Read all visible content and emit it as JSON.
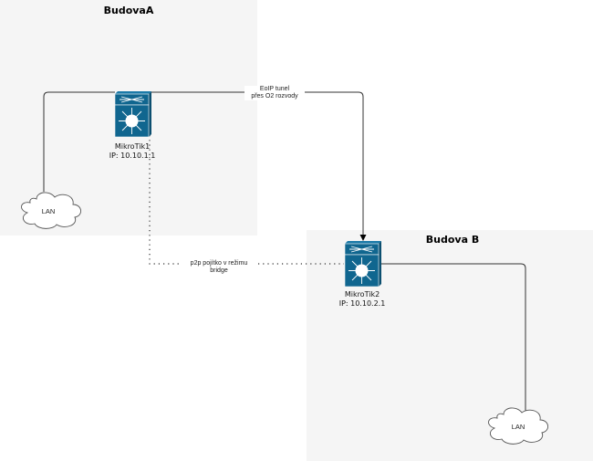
{
  "zones": {
    "a": {
      "title": "BudovaA"
    },
    "b": {
      "title": "Budova B"
    }
  },
  "devices": [
    {
      "name": "MikroTik1",
      "ip": "IP: 10.10.1.1",
      "icon": "layer3-switch-icon"
    },
    {
      "name": "MikroTik2",
      "ip": "IP: 10.10.2.1",
      "icon": "layer3-switch-icon"
    }
  ],
  "clouds": [
    {
      "label": "LAN"
    },
    {
      "label": "LAN"
    }
  ],
  "links": {
    "eoip": {
      "line1": "EoIP tunel",
      "line2": "přes O2 rozvody"
    },
    "p2p": {
      "label": "p2p pojítko v režimu bridge"
    }
  },
  "colors": {
    "switch": "#10668f",
    "zone_bg": "#f5f5f5",
    "line": "#333333"
  }
}
